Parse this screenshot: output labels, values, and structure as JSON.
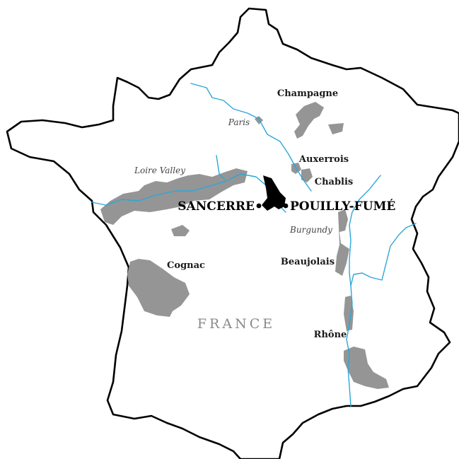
{
  "map": {
    "country": "FRANCE",
    "colors": {
      "outline": "#000000",
      "region": "#959595",
      "highlight": "#000000",
      "river": "#2aa7d8",
      "country_label": "#8a8a8a"
    },
    "regions": [
      "Champagne",
      "Auxerrois",
      "Chablis",
      "Beaujolais",
      "Cognac",
      "Rhône"
    ],
    "areas": [
      "Paris",
      "Loire Valley",
      "Burgundy"
    ],
    "highlighted": [
      "SANCERRE",
      "POUILLY-FUMÉ"
    ]
  }
}
